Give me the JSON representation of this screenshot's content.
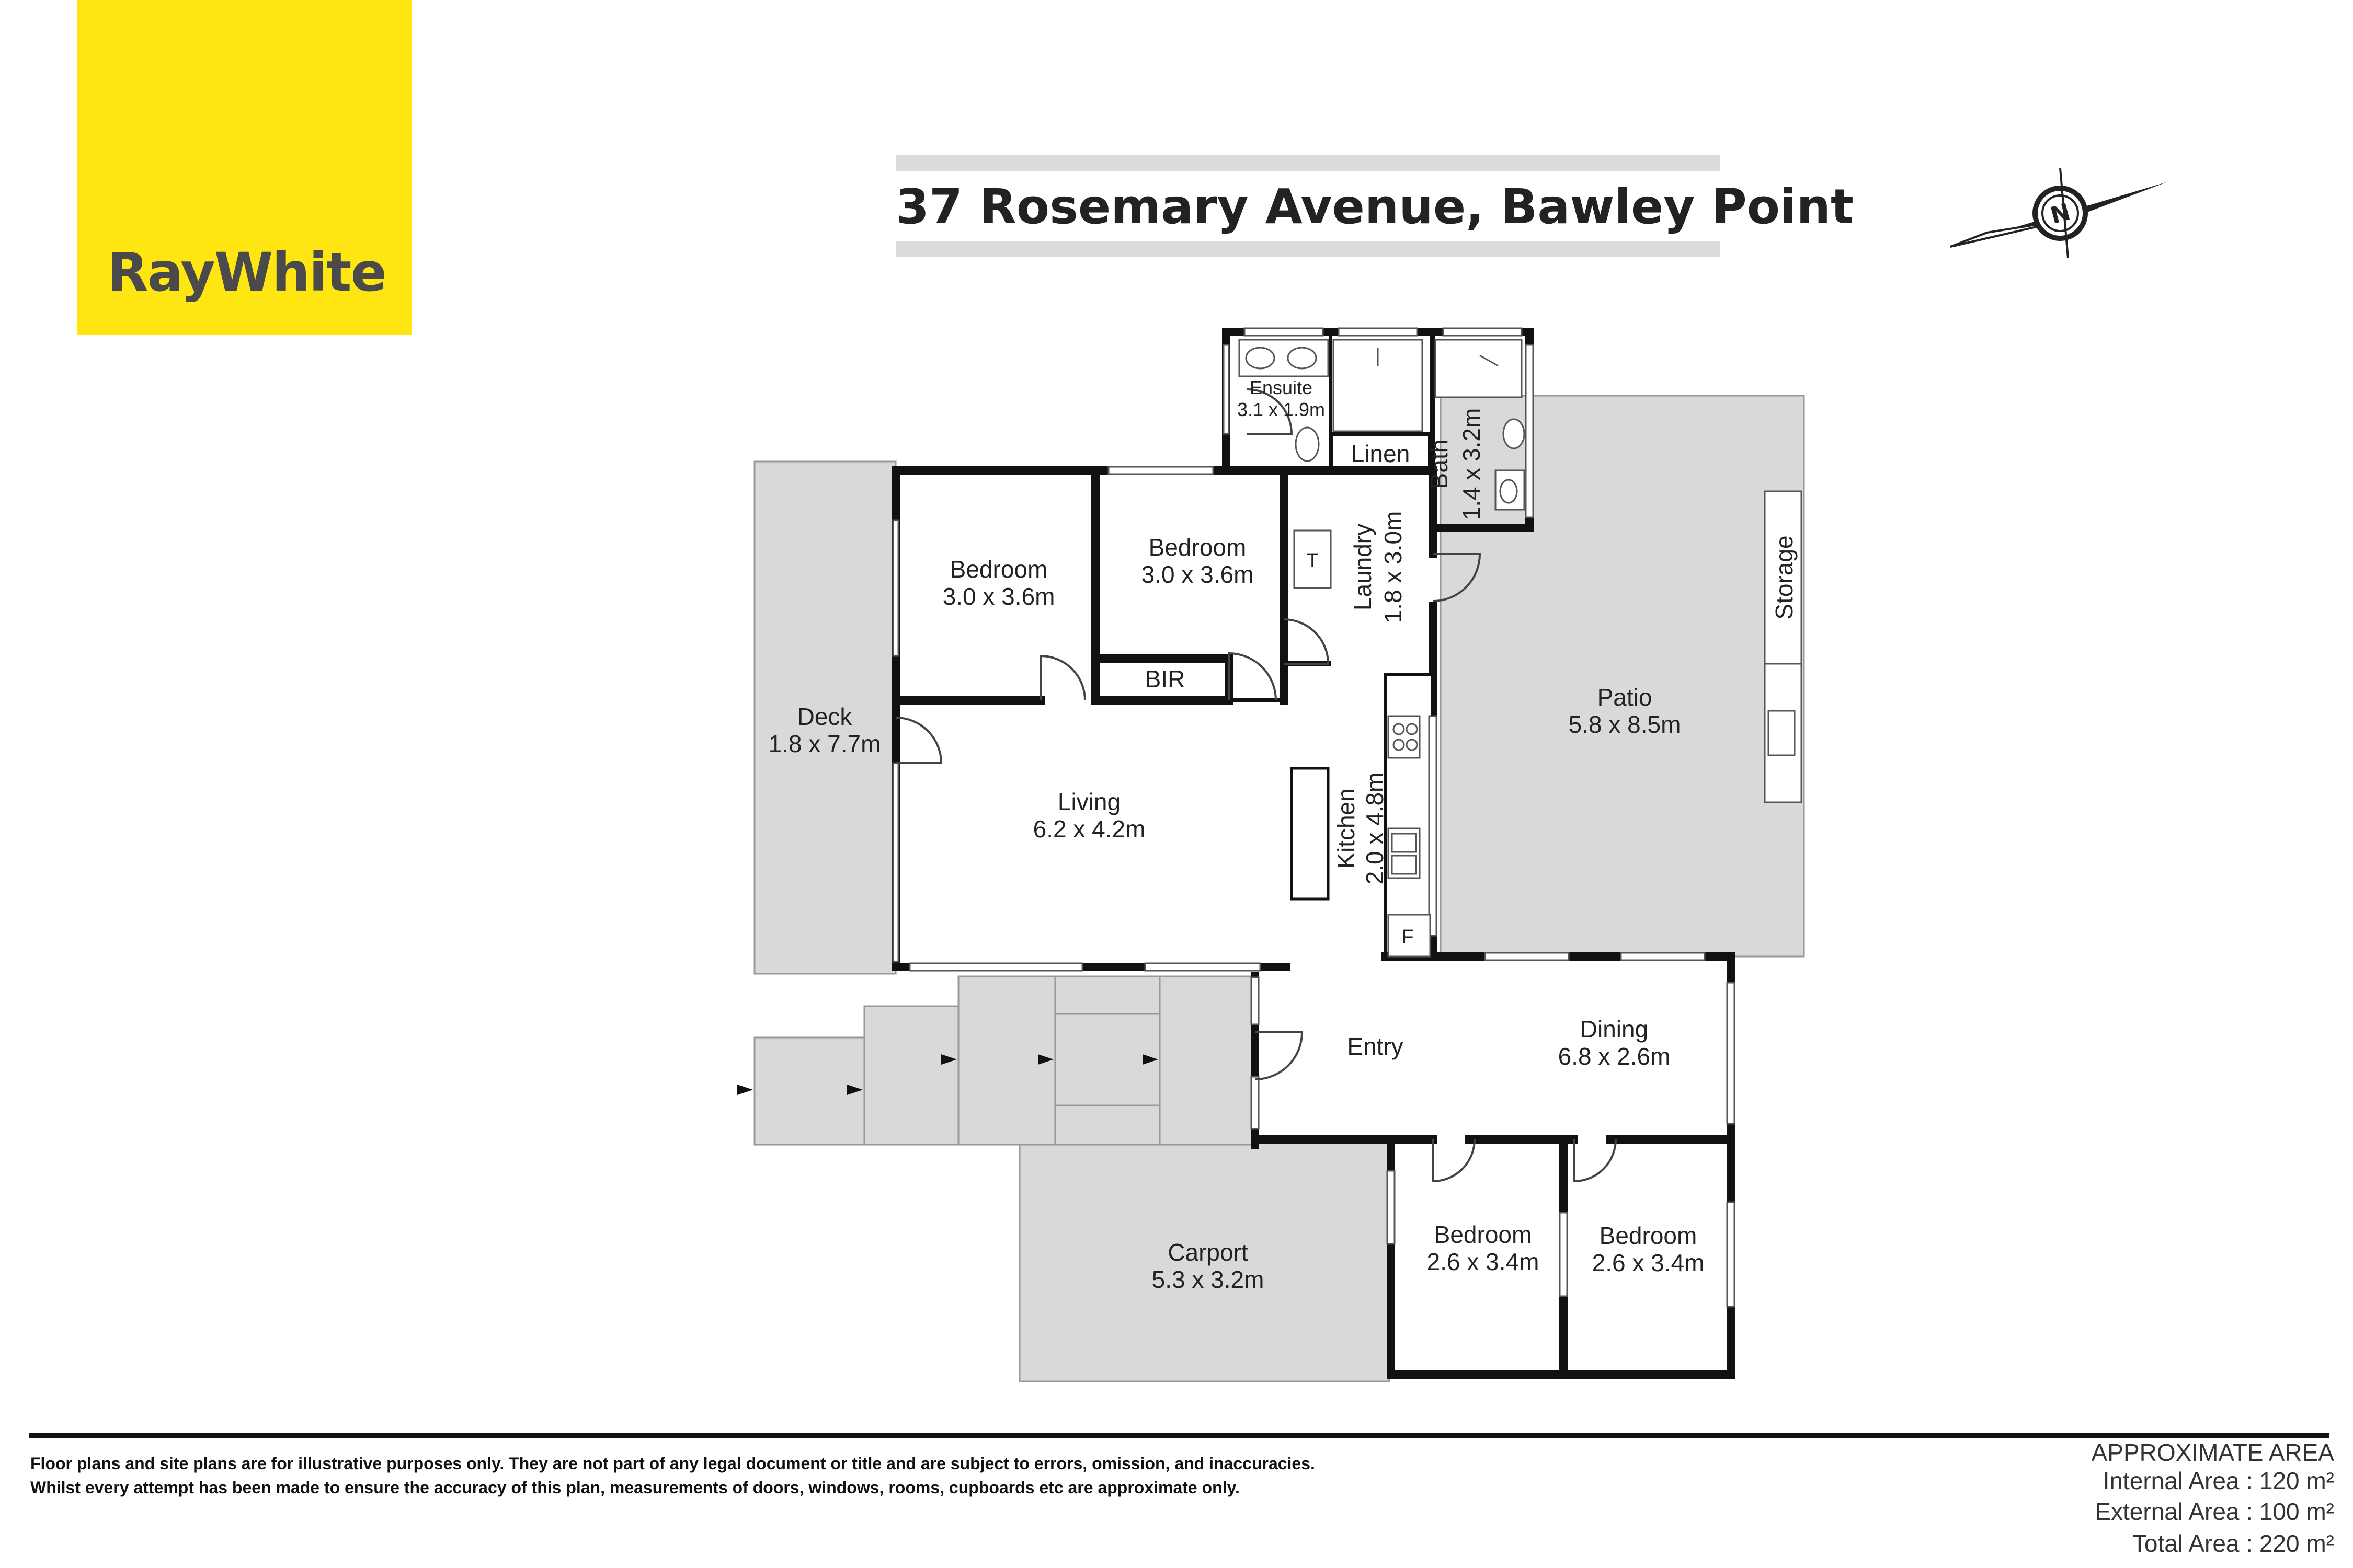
{
  "brand": {
    "name": "RayWhite",
    "logo_color": "#ffe512",
    "text_color": "#4a4a4a"
  },
  "title": "37 Rosemary Avenue, Bawley Point",
  "compass": {
    "icon": "compass-north-icon",
    "letter": "N"
  },
  "rooms": {
    "ensuite": {
      "name": "Ensuite",
      "dims": "3.1 x 1.9m"
    },
    "linen": {
      "name": "Linen"
    },
    "bath": {
      "name": "Bath",
      "dims": "1.4 x 3.2m"
    },
    "bedroom1": {
      "name": "Bedroom",
      "dims": "3.0 x 3.6m"
    },
    "bedroom2": {
      "name": "Bedroom",
      "dims": "3.0 x 3.6m"
    },
    "bir": {
      "name": "BIR"
    },
    "laundry": {
      "name": "Laundry",
      "dims": "1.8 x 3.0m"
    },
    "laundry_tub": {
      "name": "T"
    },
    "storage": {
      "name": "Storage"
    },
    "patio": {
      "name": "Patio",
      "dims": "5.8 x 8.5m"
    },
    "deck": {
      "name": "Deck",
      "dims": "1.8 x 7.7m"
    },
    "living": {
      "name": "Living",
      "dims": "6.2 x 4.2m"
    },
    "kitchen": {
      "name": "Kitchen",
      "dims": "2.0 x 4.8m"
    },
    "fridge": {
      "name": "F"
    },
    "entry": {
      "name": "Entry"
    },
    "dining": {
      "name": "Dining",
      "dims": "6.8 x 2.6m"
    },
    "carport": {
      "name": "Carport",
      "dims": "5.3 x 3.2m"
    },
    "bedroom3": {
      "name": "Bedroom",
      "dims": "2.6 x 3.4m"
    },
    "bedroom4": {
      "name": "Bedroom",
      "dims": "2.6 x 3.4m"
    }
  },
  "colors": {
    "wall": "#111111",
    "outdoor": "#d9d9d9",
    "fixture_stroke": "#555555"
  },
  "footer": {
    "disclaimer_line1": "Floor plans and site plans are for illustrative purposes only. They are not part of any legal document or title and are subject to errors, omission, and inaccuracies.",
    "disclaimer_line2": "Whilst every attempt has been made to ensure the accuracy of this plan, measurements of doors, windows, rooms, cupboards etc are approximate only.",
    "area_heading": "APPROXIMATE AREA",
    "internal_area": "Internal Area : 120 m²",
    "external_area": "External  Area : 100 m²",
    "total_area": "Total  Area : 220 m²"
  }
}
